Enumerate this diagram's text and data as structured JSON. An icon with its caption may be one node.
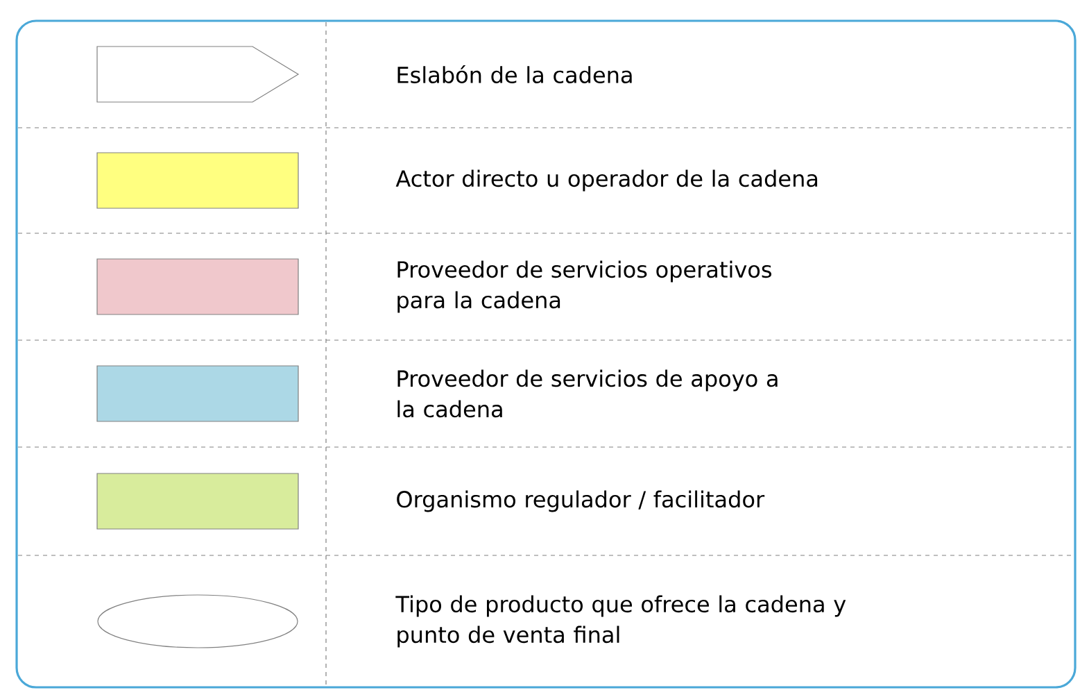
{
  "diagram": {
    "legend": [
      {
        "text": "Eslabón de la cadena"
      },
      {
        "text": "Actor directo u operador de la cadena",
        "color": "#ffff80"
      },
      {
        "text": "Proveedor de servicios operativos para la cadena",
        "color": "#f0c8cc"
      },
      {
        "text": "Proveedor de servicios de apoyo a la cadena",
        "color": "#acd8e6"
      },
      {
        "text": "Organismo regulador / facilitador",
        "color": "#d8ec9c"
      },
      {
        "text": "Tipo de producto que ofrece la cadena y punto de venta final"
      }
    ]
  }
}
